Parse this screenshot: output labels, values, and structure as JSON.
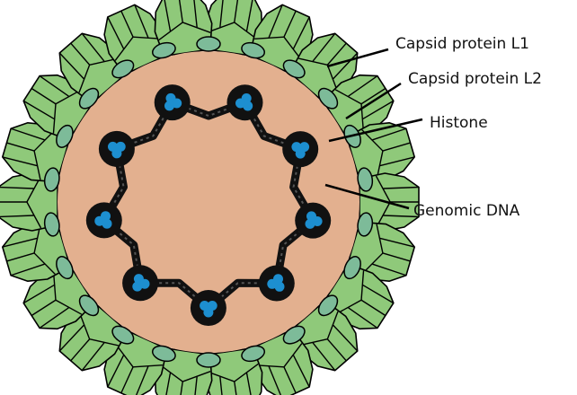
{
  "diagram": {
    "labels": {
      "capsid_l1": "Capsid protein L1",
      "capsid_l2": "Capsid protein L2",
      "histone": "Histone",
      "genomic_dna": "Genomic DNA"
    },
    "colors": {
      "capsid_l1": "#8fc97a",
      "capsid_l2": "#7dbb99",
      "interior": "#e3b08f",
      "genomic_dna": "#111111",
      "histone": "#1d8fd0",
      "outline": "#000000"
    },
    "components": {
      "capsomere_count": 22,
      "histone_count": 9
    }
  }
}
